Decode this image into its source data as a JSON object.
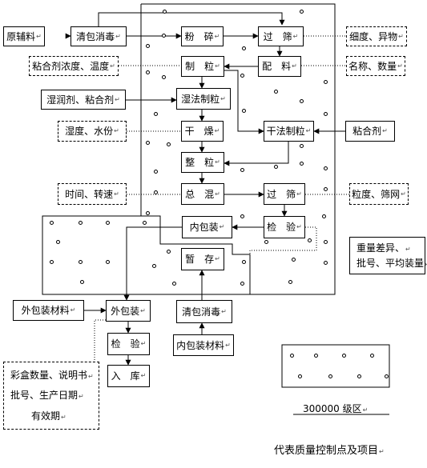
{
  "process": {
    "raw_material": "原辅料",
    "clean_disinfect_top": "清包消毒",
    "crush": "粉　碎",
    "sieve_top": "过　筛",
    "granulate": "制　粒",
    "dispense": "配　料",
    "wet_granulate": "湿法制粒",
    "dry": "干　燥",
    "dry_granulate": "干法制粒",
    "sizing": "整　粒",
    "total_mix": "总　混",
    "sieve_mid": "过　筛",
    "inspect_mid": "检　验",
    "inner_pack": "内包装",
    "temp_store": "暂　存",
    "outer_pack": "外包装",
    "inspect_bottom": "检　验",
    "warehouse": "入　库",
    "clean_disinfect_bottom": "清包消毒",
    "inner_pack_material": "内包装材料",
    "outer_pack_material": "外包装材料"
  },
  "control_points": {
    "fineness_foreign": "细度、异物",
    "binder_conc_temp": "粘合剂浓度、温度",
    "name_quantity": "名称、数量",
    "wetting_binder": "湿润剂、粘合剂",
    "humidity_moisture": "湿度、水份",
    "binder": "粘合剂",
    "time_speed": "时间、转速",
    "particle_mesh": "粒度、筛网",
    "weight_line1": "重量差异、",
    "weight_line2": "批号、平均装量",
    "carton_line1": "彩盒数量、说明书",
    "carton_line2": "批号、生产日期",
    "carton_line3": "有效期"
  },
  "legend": {
    "zone_label": "300000 级区"
  },
  "caption": "代表质量控制点及项目"
}
